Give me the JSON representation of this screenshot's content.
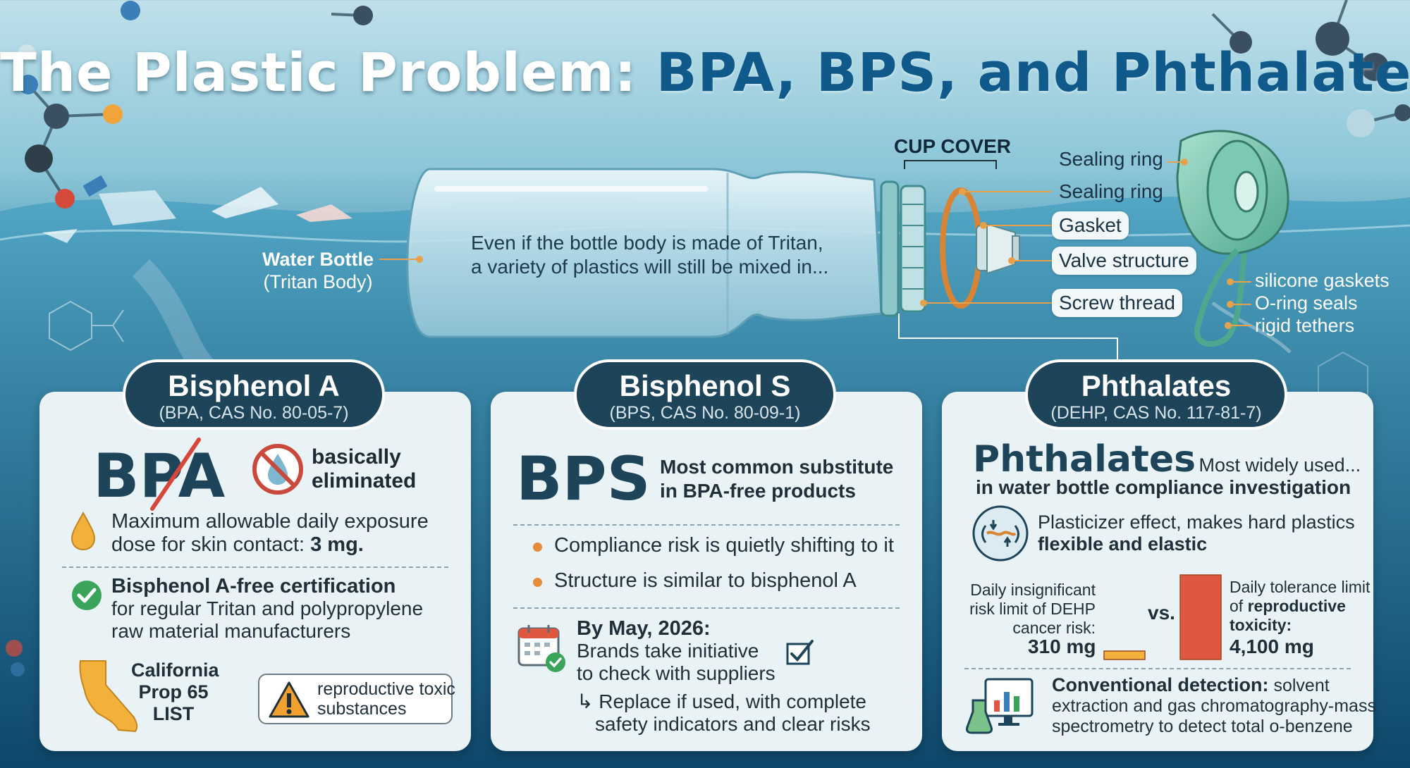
{
  "title": {
    "part1": "The Plastic Problem: ",
    "part2": "BPA, BPS, and Phthalates"
  },
  "colors": {
    "heading_dark": "#1d4459",
    "title_blue": "#0f5a8a",
    "accent_orange": "#e8734a",
    "check_green": "#3aa55a"
  },
  "bottle": {
    "label_line1": "Water Bottle",
    "label_line2": "(Tritan Body)",
    "text_line1": "Even if the bottle body is made of Tritan,",
    "text_line2": "a variety of plastics will still be mixed in...",
    "cup_cover": "CUP COVER",
    "parts": [
      "Sealing ring",
      "Sealing ring",
      "Gasket",
      "Valve structure",
      "Screw thread"
    ],
    "cap_features": [
      "silicone gaskets",
      "O-ring seals",
      "rigid tethers"
    ]
  },
  "bpa": {
    "heading": "Bisphenol A",
    "subheading": "(BPA, CAS No. 80-05-7)",
    "big_text": "BPA",
    "badge_line1": "basically",
    "badge_line2": "eliminated",
    "exposure_line1": "Maximum allowable daily exposure",
    "exposure_line2_prefix": "dose for skin contact: ",
    "exposure_value": "3 mg.",
    "cert_title": "Bisphenol A-free certification",
    "cert_line1": "for regular Tritan and polypropylene",
    "cert_line2": "raw material manufacturers",
    "prop65_line1": "California",
    "prop65_line2": "Prop 65",
    "prop65_line3": "LIST",
    "warning_line1": "reproductive toxic",
    "warning_line2": "substances"
  },
  "bps": {
    "heading": "Bisphenol S",
    "subheading": "(BPS, CAS No. 80-09-1)",
    "big_text": "BPS",
    "side_line1": "Most common substitute",
    "side_line2": "in BPA-free products",
    "bullets": [
      "Compliance risk is quietly shifting to it",
      "Structure is similar to bisphenol A"
    ],
    "deadline_title": "By May, 2026:",
    "deadline_line1": "Brands take initiative",
    "deadline_line2": "to check with suppliers",
    "replace_line1": "Replace if used, with complete",
    "replace_line2": "safety indicators and clear risks"
  },
  "phthalates": {
    "heading": "Phthalates",
    "subheading": "(DEHP, CAS No. 117-81-7)",
    "big_text": "Phthalates",
    "big_suffix": "Most widely used...",
    "investigation": "in water bottle compliance investigation",
    "effect_line1": "Plasticizer effect, makes hard plastics",
    "effect_line2": "flexible and elastic",
    "left_label_line1": "Daily insignificant",
    "left_label_line2": "risk limit of DEHP",
    "left_label_line3": "cancer risk:",
    "left_value": "310 mg",
    "vs": "vs.",
    "right_label_line1": "Daily tolerance limit",
    "right_label_line2_prefix": "of ",
    "right_label_line2_bold": "reproductive",
    "right_label_line3": "toxicity:",
    "right_value": "4,100 mg",
    "detection_title": "Conventional detection:",
    "detection_line1_suffix": " solvent",
    "detection_line2": "extraction and gas chromatography-mass",
    "detection_line3": "spectrometry to detect total o-benzene"
  },
  "chart_data": {
    "type": "bar",
    "categories": [
      "310 mg",
      "4,100 mg"
    ],
    "values": [
      310,
      4100
    ]
  }
}
